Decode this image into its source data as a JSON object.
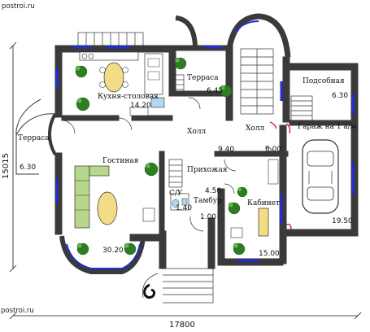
{
  "watermark_top": "postroi.ru",
  "watermark_bottom": "postroi.ru",
  "dimensions": {
    "width": "17800",
    "height": "15015"
  },
  "rooms": {
    "kitchen": {
      "name": "Кухня-столовая",
      "area": "14.20"
    },
    "terrace_top": {
      "name": "Терраса",
      "area": "6.45"
    },
    "terrace_left": {
      "name": "Терраса",
      "area": "6.30"
    },
    "utility": {
      "name": "Подсобная",
      "area": "6.30"
    },
    "hall_left": {
      "name": "Холл"
    },
    "hall_right": {
      "name": "Холл"
    },
    "garage": {
      "name": "Гараж на 1 а/м",
      "area": "19.50"
    },
    "living": {
      "name": "Гостиная",
      "area": "30.20"
    },
    "entry": {
      "name": "Прихожая",
      "area": "9.40"
    },
    "hall_area": {
      "area": "6.00"
    },
    "wc": {
      "name": "С/У",
      "area": "1.40"
    },
    "vestibule": {
      "name": "Тамбур",
      "area": "4.50"
    },
    "vest_small": {
      "area": "1.00"
    },
    "study": {
      "name": "Кабинет",
      "area": "15.00"
    }
  },
  "colors": {
    "wall": "#3a3a3a",
    "window": "#1d2fd6",
    "plant": "#2e7d22",
    "sofa": "#b7d88a",
    "table": "#f3dc86",
    "door": "#d0202a"
  }
}
